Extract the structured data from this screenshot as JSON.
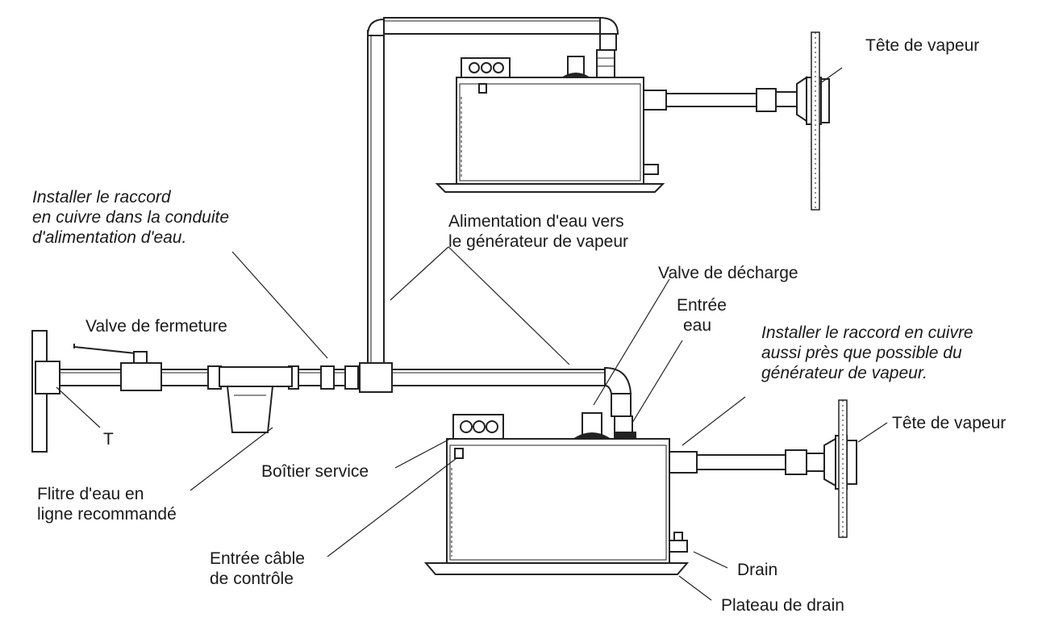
{
  "labels": {
    "steam_head_top": "Tête de vapeur",
    "steam_head_bottom": "Tête de vapeur",
    "install_note_1": [
      "Installer le raccord",
      "en cuivre dans la conduite",
      "d'alimentation d'eau."
    ],
    "water_supply_to_generator": [
      "Alimentation d'eau vers",
      "le générateur de vapeur"
    ],
    "relief_valve": "Valve de décharge",
    "water_inlet": [
      "Entrée",
      "eau"
    ],
    "shutoff_valve": "Valve de fermeture",
    "install_note_2": [
      "Installer le raccord en cuivre",
      "aussi près que possible du",
      "générateur de vapeur."
    ],
    "tee": "T",
    "service_box": "Boîtier service",
    "water_filter": [
      "Flitre d'eau en",
      "ligne recommandé"
    ],
    "control_cable_inlet": [
      "Entrée câble",
      "de contrôle"
    ],
    "drain": "Drain",
    "drain_pan": "Plateau de drain"
  }
}
